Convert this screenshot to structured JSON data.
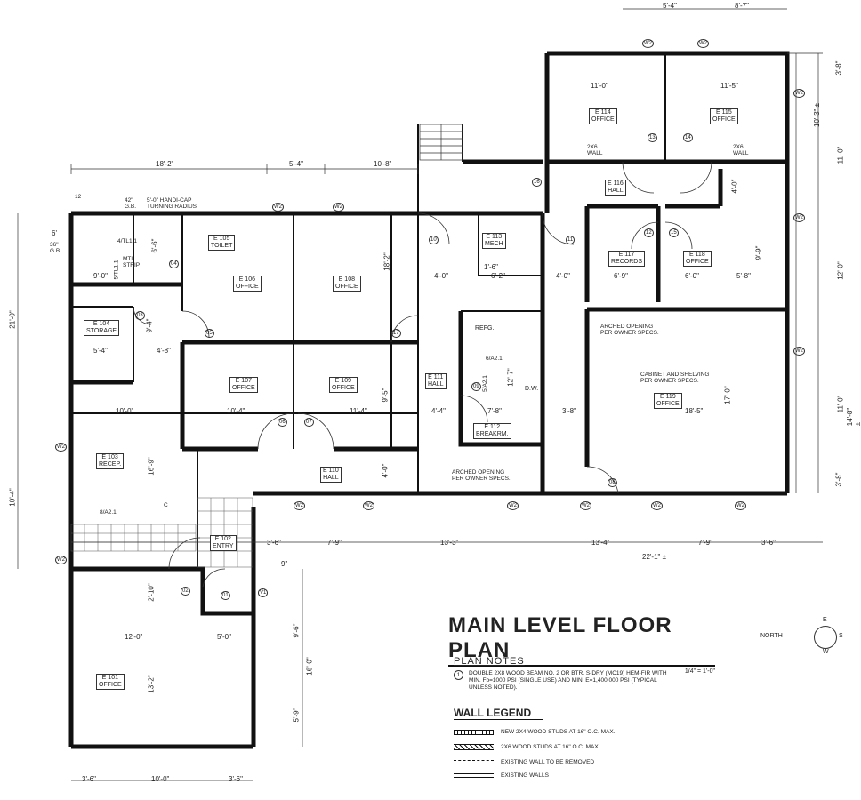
{
  "title": "MAIN LEVEL FLOOR PLAN",
  "scale": "1/4\" = 1'-0\"",
  "north": "NORTH",
  "compass": {
    "top": "E",
    "bottom": "W",
    "right": "S"
  },
  "plan_notes": {
    "heading": "PLAN NOTES",
    "number": "1",
    "lines": [
      "DOUBLE 2X8 WOOD BEAM NO. 2 OR BTR. S-DRY (MC19) HEM-FIR WITH",
      "MIN. Fb=1000 PSI (SINGLE USE) AND MIN. E=1,400,000 PSI (TYPICAL",
      "UNLESS NOTED)."
    ]
  },
  "wall_legend": {
    "heading": "WALL LEGEND",
    "items": [
      "NEW 2X4 WOOD STUDS AT 16\" O.C. MAX.",
      "2X6 WOOD STUDS AT 16\" O.C. MAX.",
      "EXISTING WALL TO BE REMOVED",
      "EXISTING WALLS"
    ]
  },
  "rooms": [
    {
      "e": "E",
      "num": "101",
      "name": "OFFICE"
    },
    {
      "e": "E",
      "num": "102",
      "name": "ENTRY"
    },
    {
      "e": "E",
      "num": "103",
      "name": "RECEP."
    },
    {
      "e": "E",
      "num": "104",
      "name": "STORAGE"
    },
    {
      "e": "E",
      "num": "105",
      "name": "TOILET"
    },
    {
      "e": "E",
      "num": "106",
      "name": "OFFICE"
    },
    {
      "e": "E",
      "num": "107",
      "name": "OFFICE"
    },
    {
      "e": "E",
      "num": "108",
      "name": "OFFICE"
    },
    {
      "e": "E",
      "num": "109",
      "name": "OFFICE"
    },
    {
      "e": "E",
      "num": "110",
      "name": "HALL"
    },
    {
      "e": "E",
      "num": "111",
      "name": "HALL"
    },
    {
      "e": "E",
      "num": "112",
      "name": "BREAKRM."
    },
    {
      "e": "E",
      "num": "113",
      "name": "MECH"
    },
    {
      "e": "E",
      "num": "114",
      "name": "OFFICE"
    },
    {
      "e": "E",
      "num": "115",
      "name": "OFFICE"
    },
    {
      "e": "E",
      "num": "116",
      "name": "HALL"
    },
    {
      "e": "E",
      "num": "117",
      "name": "RECORDS"
    },
    {
      "e": "E",
      "num": "118",
      "name": "OFFICE"
    },
    {
      "e": "E",
      "num": "119",
      "name": "OFFICE"
    }
  ],
  "annotations": {
    "handicap": [
      "5'-0\" HANDI-CAP",
      "TURNING RADIUS"
    ],
    "gb42": [
      "42\"",
      "G.B."
    ],
    "gb36": [
      "36\"",
      "G.B."
    ],
    "mtl_strip": [
      "MTL.",
      "STRIP"
    ],
    "ref_47": "4/TL1.1",
    "ref_5tl": "5/TL1.1",
    "ref_6a2": "6/A2.1",
    "ref_5a2": "5/A2.1",
    "ref_8a2": "8/A2.1",
    "arched_1": [
      "ARCHED OPENING",
      "PER OWNER SPECS."
    ],
    "arched_2": [
      "ARCHED OPENING",
      "PER OWNER SPECS."
    ],
    "cabinet": [
      "CABINET AND SHELVING",
      "PER OWNER SPECS."
    ],
    "refg": "REFG.",
    "dw": "D.W.",
    "wall_2x6_a": [
      "2X6",
      "WALL"
    ],
    "wall_2x6_b": [
      "2X6",
      "WALL"
    ],
    "dim_12": "12",
    "tag_c": "C"
  },
  "door_tags": [
    "01",
    "02",
    "03",
    "04",
    "05",
    "06",
    "07",
    "08",
    "09",
    "10",
    "11",
    "12",
    "13",
    "14",
    "15",
    "16",
    "17"
  ],
  "window_tag": "W2",
  "window_tag_v1": "V1",
  "dims": {
    "top_right": [
      "5'-4\"",
      "8'-7\""
    ],
    "top_row": [
      "18'-2\"",
      "5'-4\"",
      "10'-8\""
    ],
    "right_col": [
      "3'-8\"",
      "11'-0\"",
      "12'-0\"",
      "11'-0\"",
      "14'-8\" ±",
      "3'-8\"",
      "10'-3\" ±"
    ],
    "left_col": [
      "21'-0\"",
      "10'-4\"",
      "6'"
    ],
    "r114": "11'-0\"",
    "r115": "11'-5\"",
    "r4_0a": "4'-0\"",
    "r4_0b": "4'-0\"",
    "r4_0c": "4'-0\"",
    "r6_2": "6'-2\"",
    "r1_6": "1'-6\"",
    "r6_9": "6'-9\"",
    "r6_0": "6'-0\"",
    "r5_8": "5'-8\"",
    "r9_9": "9'-9\"",
    "r4_0d": "4'-0\"",
    "r5_4": "5'-4\"",
    "r4_8": "4'-8\"",
    "r9_4": "9'-4\"",
    "r9_0": "9'-0\"",
    "r6_6": "6'-6\"",
    "r10_0": "10'-0\"",
    "r10_4": "10'-4\"",
    "r11_4": "11'-4\"",
    "r4_4": "4'-4\"",
    "r7_8": "7'-8\"",
    "r3_8": "3'-8\"",
    "r18_5": "18'-5\"",
    "r17_0": "17'-0\"",
    "r12_7": "12'-7\"",
    "r9_5": "9'-5\"",
    "r18_2": "18'-2\"",
    "r16_9": "16'-9\"",
    "bot_row": [
      "3'-6\"",
      "7'-9\"",
      "13'-3\"",
      "13'-4\"",
      "7'-9\"",
      "3'-6\"",
      "22'-1\" ±"
    ],
    "r12_0": "12'-0\"",
    "r5_0": "5'-0\"",
    "r13_2": "13'-2\"",
    "r2_10": "2'-10\"",
    "r9_6": "9'-6\"",
    "r16_0": "16'-0\"",
    "r5_9": "5'-9\"",
    "r9b": "9\"",
    "bottom": [
      "3'-6\"",
      "10'-0\"",
      "3'-6\""
    ],
    "r4_0e": "4'-0\""
  }
}
